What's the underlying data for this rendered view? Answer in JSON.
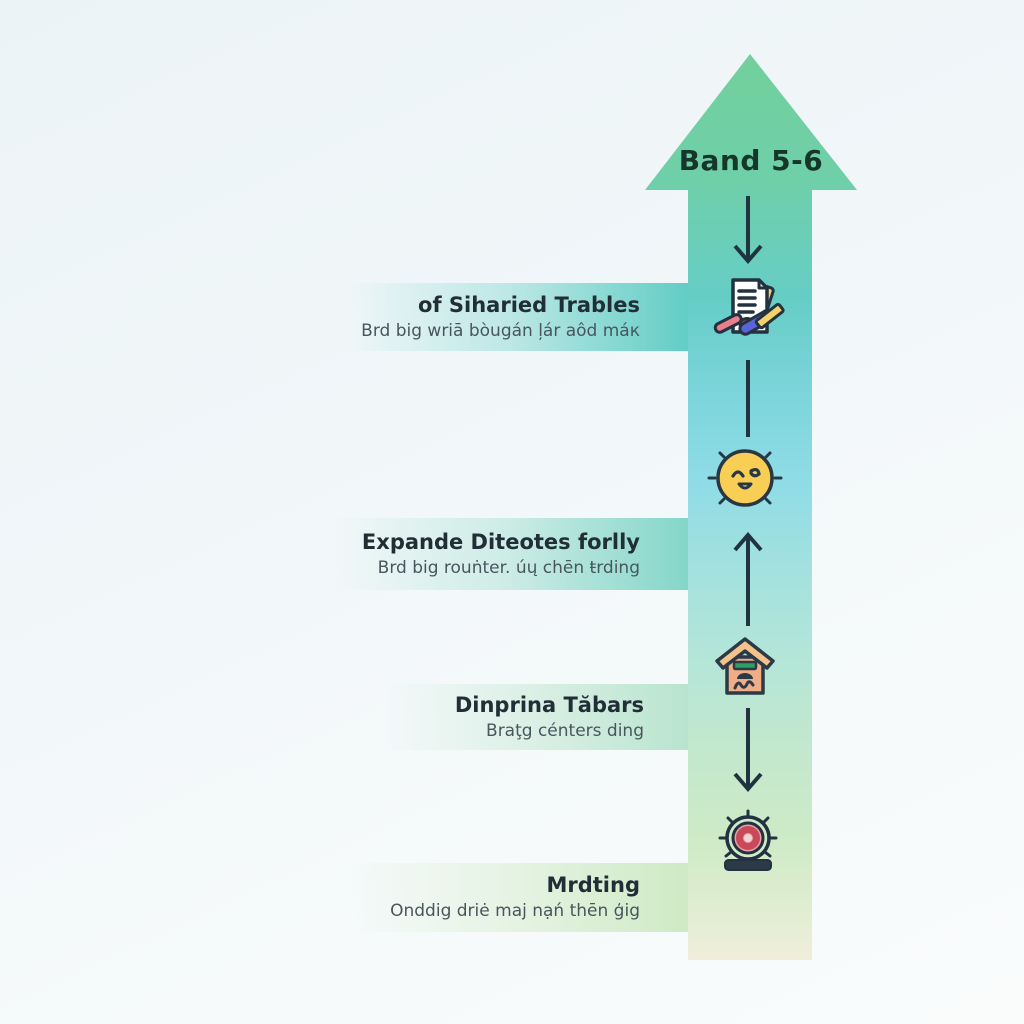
{
  "diagram": {
    "type": "vertical-progress-arrow",
    "band_label": "Band 5-6",
    "steps": [
      {
        "title": "of Siharied Trables",
        "subtitle": "Brd big wriā bòugán ļár aôd máк",
        "icon": "document-pencils-icon"
      },
      {
        "title": "Expande Diteotes forlly",
        "subtitle": "Brd big rouṅter. úų chēn ŧrding",
        "icon": "sun-smiley-icon"
      },
      {
        "title": "Dinprina Tăbars",
        "subtitle": "Braţg cénters ding",
        "icon": "birdhouse-icon"
      },
      {
        "title": "Mrdting",
        "subtitle": "Onddig driė maj nạń thēn ģig",
        "icon": "target-stand-icon"
      }
    ],
    "connectors": [
      "arrow-down",
      "plain-line",
      "arrow-up",
      "arrow-down"
    ],
    "colors": {
      "arrow_head_green": "#73d09c",
      "arrow_mid_teal": "#66cdc6",
      "arrow_mid_cyan": "#8fdce6",
      "arrow_low_green": "#cdeac6",
      "arrow_bottom_cream": "#f0eedb",
      "band1_teal": "#62cdc5",
      "band2_teal_green": "#84d6c9",
      "band3_pale_green": "#b8e4cf",
      "band4_pale_green": "#cfeac5",
      "title_text": "#212e36",
      "subtitle_text": "#49565e",
      "band_label_text": "#16352b",
      "connector_dark": "#1f3440",
      "smiley_yellow": "#f8ce55",
      "house_peach": "#f0ad86",
      "house_roof": "#f4c38c",
      "house_banner_green": "#2f9e62",
      "target_pink": "#eb9fa8",
      "target_red": "#c84a58",
      "pencil_pink": "#e97f8b",
      "marker_blue": "#5a64d8",
      "pencil_yellow": "#f2d36a",
      "background": "#f1f7f9"
    }
  }
}
